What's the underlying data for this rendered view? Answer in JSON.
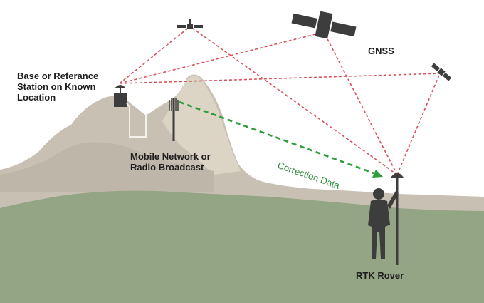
{
  "labels": {
    "base_station": "Base or Referance\nStation on Known\nLocation",
    "mobile_network": "Mobile Network or\nRadio Broadcast",
    "gnss": "GNSS",
    "correction_data": "Correction Data",
    "rtk_rover": "RTK Rover"
  },
  "colors": {
    "signal_lines": "#d9525c",
    "correction_arrow": "#2e9e3f",
    "ground": "#93a585",
    "mountain": "#c9c2b4",
    "mountain_highlight": "#d9d1c2",
    "icons": "#3d3d3d"
  }
}
